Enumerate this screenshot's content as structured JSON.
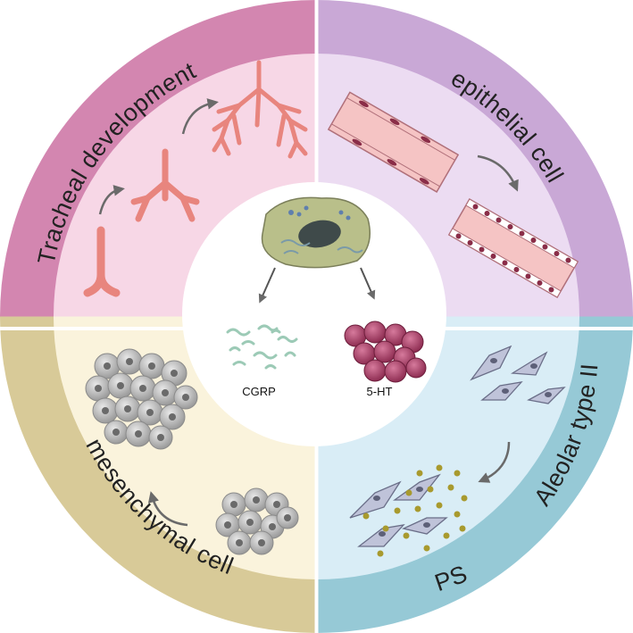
{
  "diagram": {
    "quadrants": [
      {
        "id": "top-left",
        "label": "Tracheal  development",
        "outer_color": "#d386b0",
        "inner_color": "#f7d7e6"
      },
      {
        "id": "top-right",
        "label": "epithelial  cell",
        "outer_color": "#c9a8d6",
        "inner_color": "#ecdcf2"
      },
      {
        "id": "bottom-right",
        "label": "Aleolar type II",
        "outer_color": "#96c9d6",
        "inner_color": "#d9edf6"
      },
      {
        "id": "bottom-left",
        "label": "mesenchymal cell",
        "outer_color": "#d8ca98",
        "inner_color": "#faf3dc"
      }
    ],
    "ps_label": "PS",
    "center": {
      "label_left": "CGRP",
      "label_right": "5-HT"
    }
  }
}
